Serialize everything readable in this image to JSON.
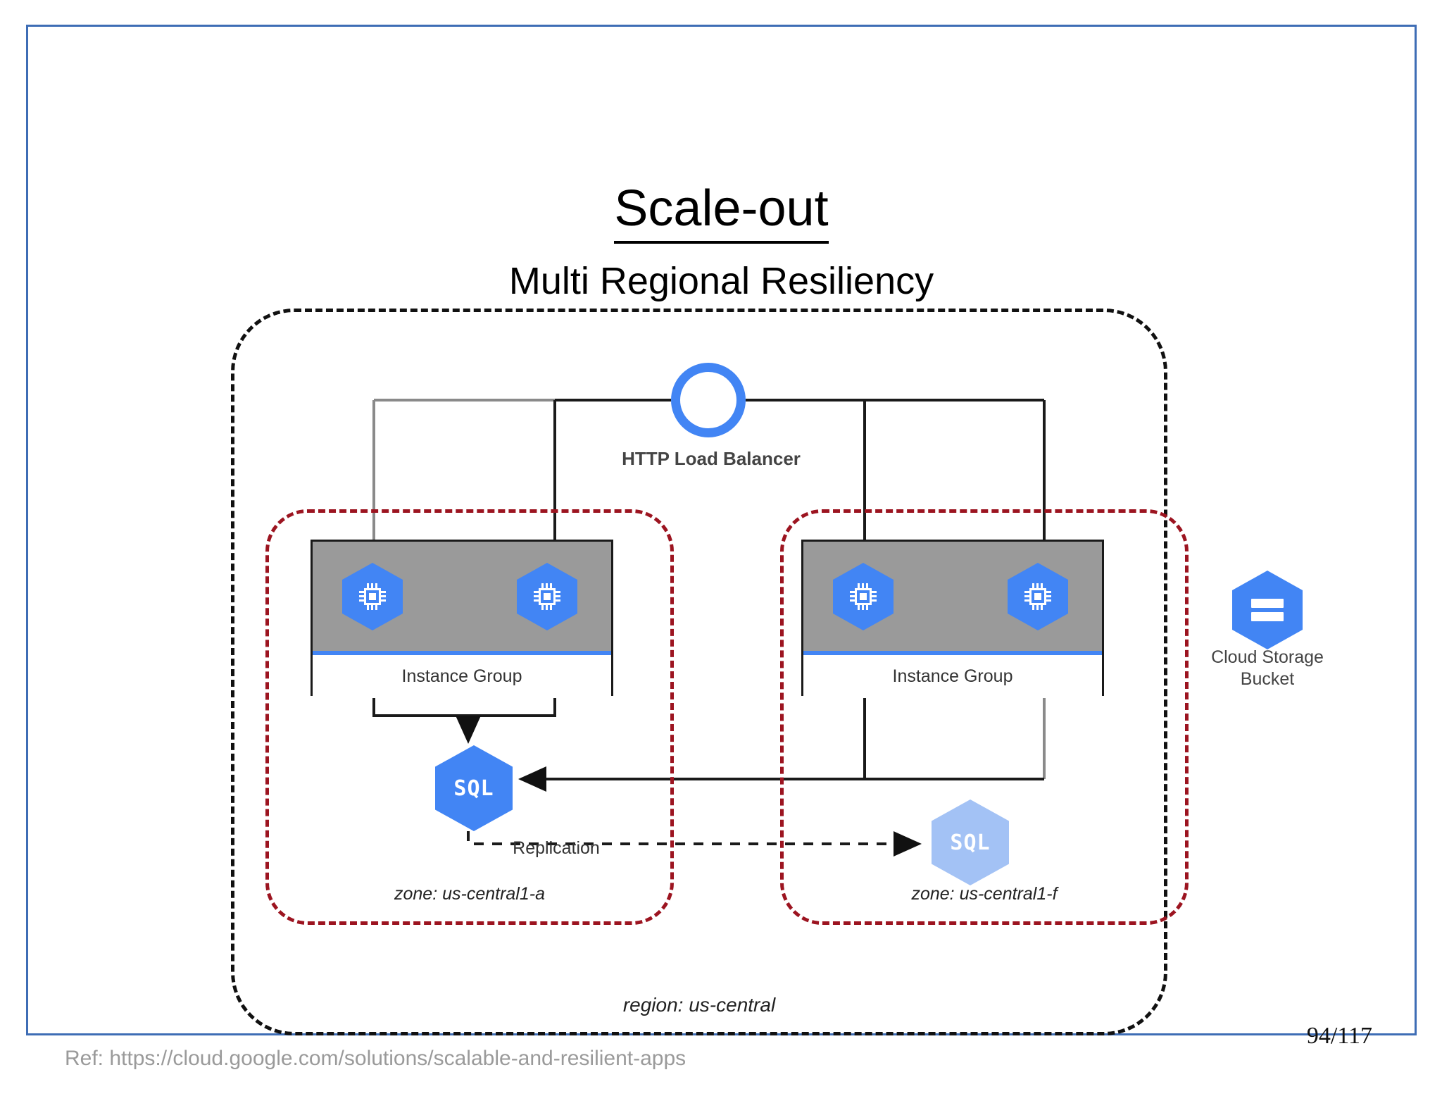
{
  "slide": {
    "title": "Scale-out",
    "subtitle": "Multi Regional Resiliency",
    "page_number": "94/117",
    "reference": "Ref: https://cloud.google.com/solutions/scalable-and-resilient-apps",
    "border_color": "#3e6db5"
  },
  "diagram": {
    "region": {
      "label": "region: us-central",
      "border_color": "#111111",
      "border_style": "dashed"
    },
    "load_balancer": {
      "label": "HTTP Load Balancer",
      "color": "#4285f4",
      "shape": "circle"
    },
    "zones": [
      {
        "id": "us-central1-a",
        "label": "zone: us-central1-a",
        "border_color": "#9c1420",
        "instance_group": {
          "label": "Instance Group",
          "vm_count": 2,
          "vm_icon": "vm-chip-icon",
          "header_color": "#9a9a9a",
          "accent_color": "#4285f4"
        },
        "database": {
          "label": "SQL",
          "role": "primary",
          "color": "#4285f4"
        }
      },
      {
        "id": "us-central1-f",
        "label": "zone: us-central1-f",
        "border_color": "#9c1420",
        "instance_group": {
          "label": "Instance Group",
          "vm_count": 2,
          "vm_icon": "vm-chip-icon",
          "header_color": "#9a9a9a",
          "accent_color": "#4285f4"
        },
        "database": {
          "label": "SQL",
          "role": "replica",
          "color": "#a3c2f5"
        }
      }
    ],
    "replication": {
      "label": "Replication",
      "style": "dashed-arrow",
      "from": "us-central1-a",
      "to": "us-central1-f"
    },
    "storage": {
      "label_line1": "Cloud Storage",
      "label_line2": "Bucket",
      "icon": "bucket-icon",
      "color": "#4285f4"
    }
  }
}
